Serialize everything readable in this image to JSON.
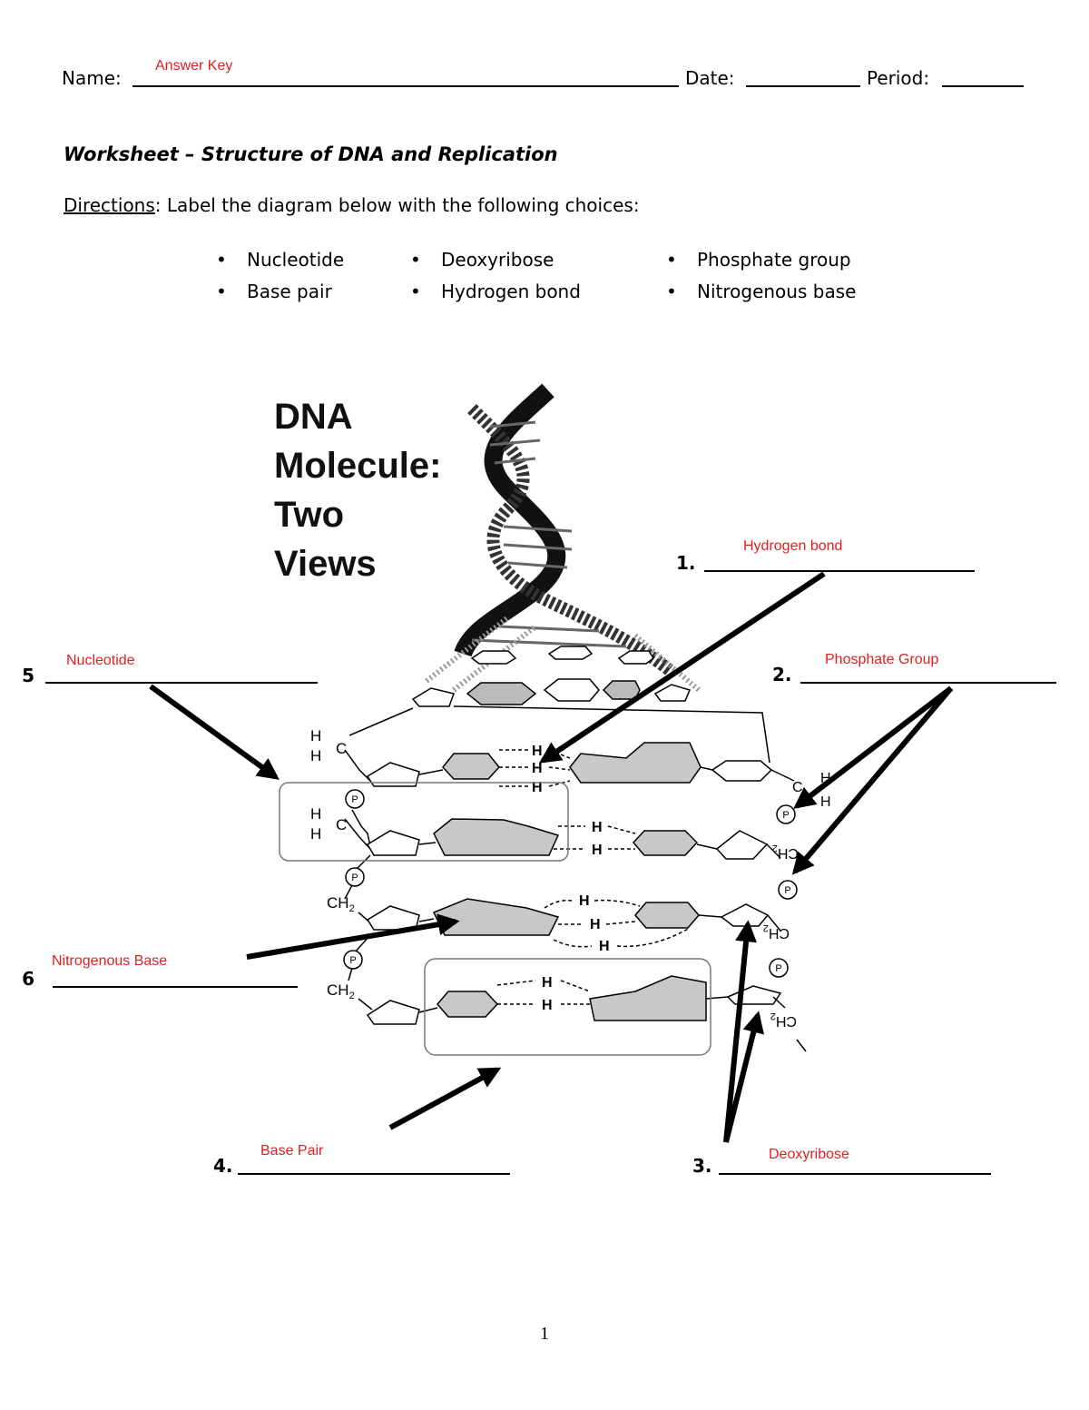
{
  "header": {
    "name_label": "Name:",
    "name_answer": "Answer Key",
    "date_label": "Date:",
    "period_label": "Period:"
  },
  "worksheet_title": "Worksheet – Structure of DNA and Replication",
  "directions": {
    "label": "Directions",
    "text": ": Label the diagram below with the following choices:"
  },
  "choices": [
    "Nucleotide",
    "Deoxyribose",
    "Phosphate group",
    "Base pair",
    "Hydrogen bond",
    "Nitrogenous base"
  ],
  "bullet": "•",
  "diagram": {
    "title_lines": [
      "DNA",
      "Molecule:",
      "Two",
      "Views"
    ],
    "atoms": {
      "H": "H",
      "C": "C",
      "P": "P",
      "CH2": "CH",
      "sub2": "2"
    }
  },
  "labels": [
    {
      "number": "1.",
      "answer": "Hydrogen bond"
    },
    {
      "number": "2.",
      "answer": "Phosphate Group"
    },
    {
      "number": "3.",
      "answer": "Deoxyribose"
    },
    {
      "number": "4.",
      "answer": "Base Pair"
    },
    {
      "number": "5.",
      "answer": "Nucleotide"
    },
    {
      "number": "6.",
      "answer": "Nitrogenous Base"
    }
  ],
  "page_number": "1",
  "colors": {
    "answer": "#e02020",
    "base_fill": "#c8c8c8"
  }
}
